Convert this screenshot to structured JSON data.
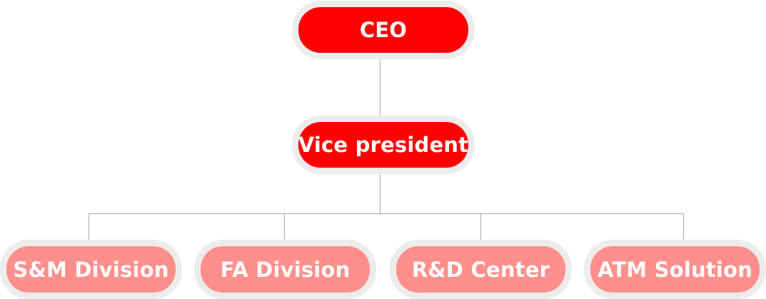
{
  "org_chart": {
    "ceo": {
      "label": "CEO"
    },
    "vice_president": {
      "label": "Vice president"
    },
    "divisions": [
      {
        "label": "S&M Division"
      },
      {
        "label": "FA Division"
      },
      {
        "label": "R&D Center"
      },
      {
        "label": "ATM Solution"
      }
    ]
  },
  "colors": {
    "primary_node": "#ff0000",
    "secondary_node": "#ff8f8c",
    "node_outline": "#ececec",
    "connector": "#a8a8a8",
    "text": "#ffffff"
  }
}
